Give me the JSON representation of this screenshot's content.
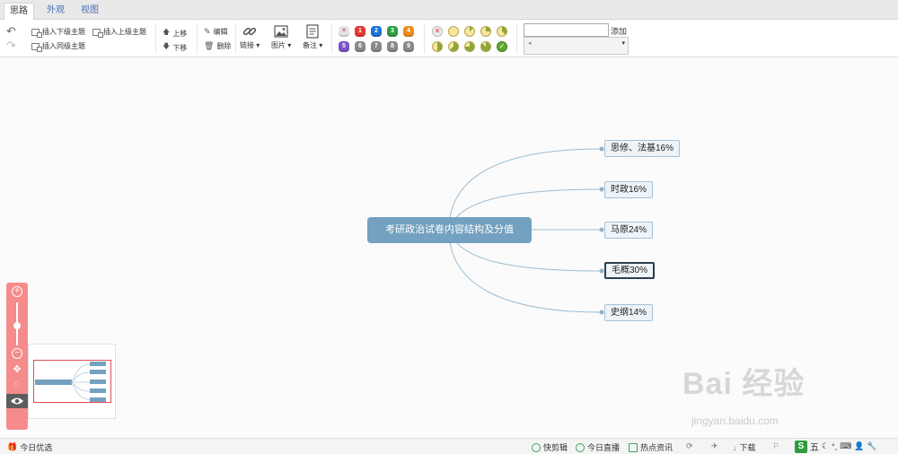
{
  "tabs": [
    {
      "label": "思路"
    },
    {
      "label": "外观"
    },
    {
      "label": "视图"
    }
  ],
  "toolbar": {
    "insert_child": "插入下级主题",
    "insert_parent": "插入上级主题",
    "insert_sibling": "插入同级主题",
    "move_up": "上移",
    "move_down": "下移",
    "edit": "编辑",
    "delete": "删除",
    "link": "链接 ▾",
    "image": "图片 ▾",
    "note": "备注 ▾",
    "add": "添加",
    "priorities": [
      "1",
      "2",
      "3",
      "4",
      "5",
      "6",
      "7",
      "8",
      "9"
    ],
    "priority_colors": [
      "#e53935",
      "#1e73d8",
      "#2ea043",
      "#f08c1e",
      "#7b52c7",
      "#8a8a8a",
      "#8a8a8a",
      "#8a8a8a",
      "#8a8a8a"
    ]
  },
  "mindmap": {
    "root": "考研政治试卷内容结构及分值",
    "children": [
      {
        "label": "思修、法基16%"
      },
      {
        "label": "时政16%"
      },
      {
        "label": "马原24%"
      },
      {
        "label": "毛概30%",
        "selected": true
      },
      {
        "label": "史纲14%"
      }
    ],
    "colors": {
      "root": "#73a1bf",
      "line": "#9dbcd2"
    }
  },
  "navigator": {
    "zoom_in": "+",
    "zoom_out": "−",
    "panel_color": "#f58b8b"
  },
  "watermark": {
    "brand": "Bai 经验",
    "url": "jingyan.baidu.com"
  },
  "statusbar": {
    "left": "今日优选",
    "items": [
      "快剪辑",
      "今日直播",
      "热点资讯",
      "下载"
    ]
  }
}
